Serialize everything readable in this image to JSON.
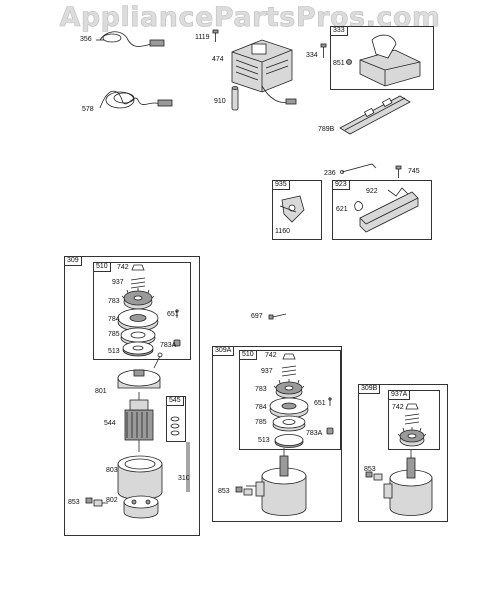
{
  "watermark": "AppliancePartsPros.com",
  "boxes": {
    "b333": "333",
    "b935": "935",
    "b923": "923",
    "b309": "309",
    "b510a": "510",
    "b545": "545",
    "b309A": "309A",
    "b510b": "510",
    "b309B": "309B",
    "b937A": "937A"
  },
  "labels": {
    "l356": "356",
    "l578": "578",
    "l1119": "1119",
    "l474": "474",
    "l910": "910",
    "l334": "334",
    "l851": "851",
    "l789B": "789B",
    "l236": "236",
    "l745": "745",
    "l1160": "1160",
    "l922": "922",
    "l621": "621",
    "l742a": "742",
    "l937a": "937",
    "l783a": "783",
    "l651a": "651",
    "l784a": "784",
    "l785a": "785",
    "l513a": "513",
    "l783Aa": "783A",
    "l801": "801",
    "l544": "544",
    "l803": "803",
    "l310": "310",
    "l853a": "853",
    "l802": "802",
    "l697": "697",
    "l742b": "742",
    "l937b": "937",
    "l783b": "783",
    "l651b": "651",
    "l784b": "784",
    "l785b": "785",
    "l513b": "513",
    "l783Ab": "783A",
    "l853b": "853",
    "l742c": "742",
    "l853c": "853"
  }
}
